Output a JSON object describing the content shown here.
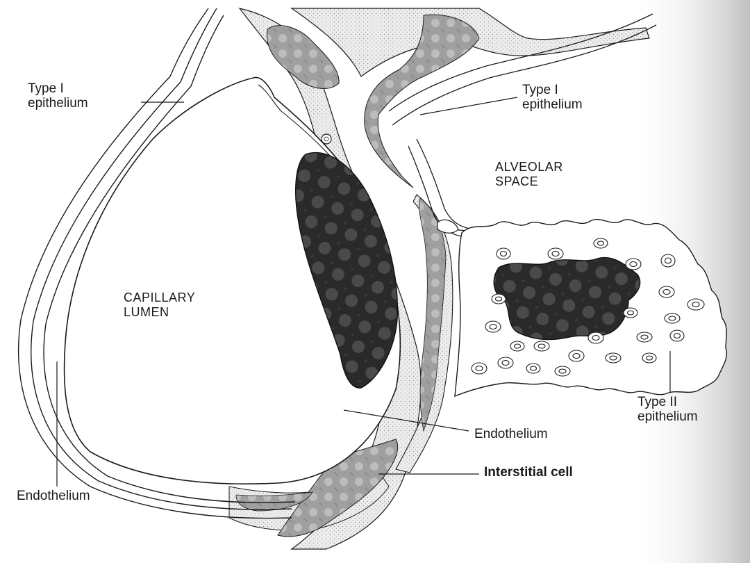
{
  "labels": {
    "type1_left": [
      "Type I",
      "epithelium"
    ],
    "type1_right": [
      "Type I",
      "epithelium"
    ],
    "alveolar_space": [
      "ALVEOLAR",
      "SPACE"
    ],
    "capillary_lumen": [
      "CAPILLARY",
      "LUMEN"
    ],
    "type2": [
      "Type II",
      "epithelium"
    ],
    "endothelium_right": "Endothelium",
    "interstitial_cell": "Interstitial cell",
    "endothelium_left": "Endothelium"
  },
  "colors": {
    "ink": "#1a1a1a",
    "interstitium": "#e4e4e4",
    "cell_body": "#a8a8a8",
    "nucleus": "#2b2b2b",
    "margin_shadow": "#c8c8c8"
  }
}
